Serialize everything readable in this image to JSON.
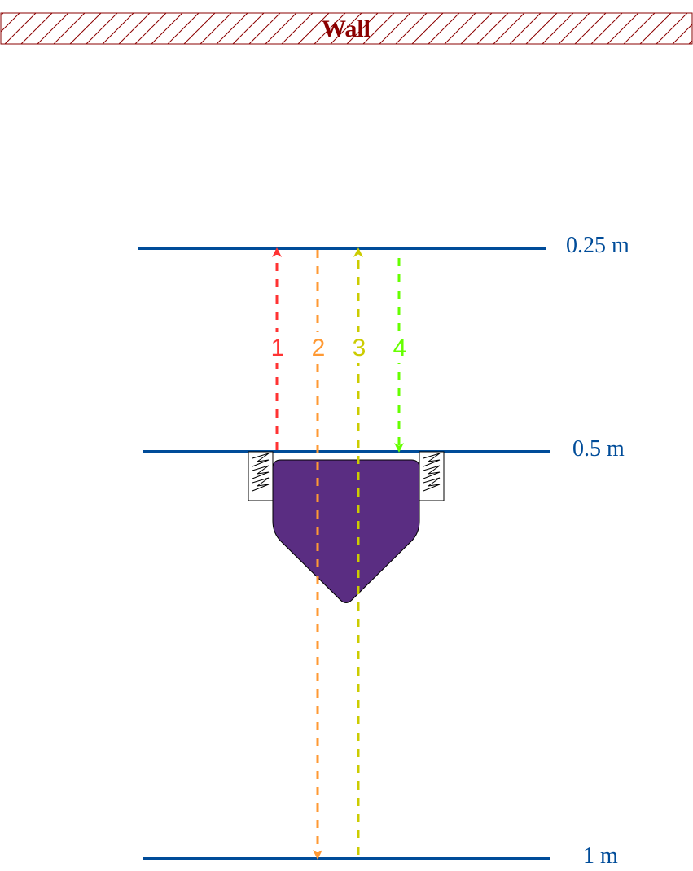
{
  "wall": {
    "label": "Wall",
    "text_color": "#8b0000",
    "stroke_color": "#8b0000"
  },
  "levels": [
    {
      "label": "0.25 m"
    },
    {
      "label": "0.5 m"
    },
    {
      "label": "1 m"
    }
  ],
  "level_color": "#004c99",
  "paths": [
    {
      "label": "1",
      "color": "#ff3333",
      "direction": "up"
    },
    {
      "label": "2",
      "color": "#ff9933",
      "direction": "down"
    },
    {
      "label": "3",
      "color": "#cccc00",
      "direction": "up"
    },
    {
      "label": "4",
      "color": "#66ff00",
      "direction": "down"
    }
  ],
  "object": {
    "fill": "#5a2d82",
    "mount": "spring-hatched"
  }
}
